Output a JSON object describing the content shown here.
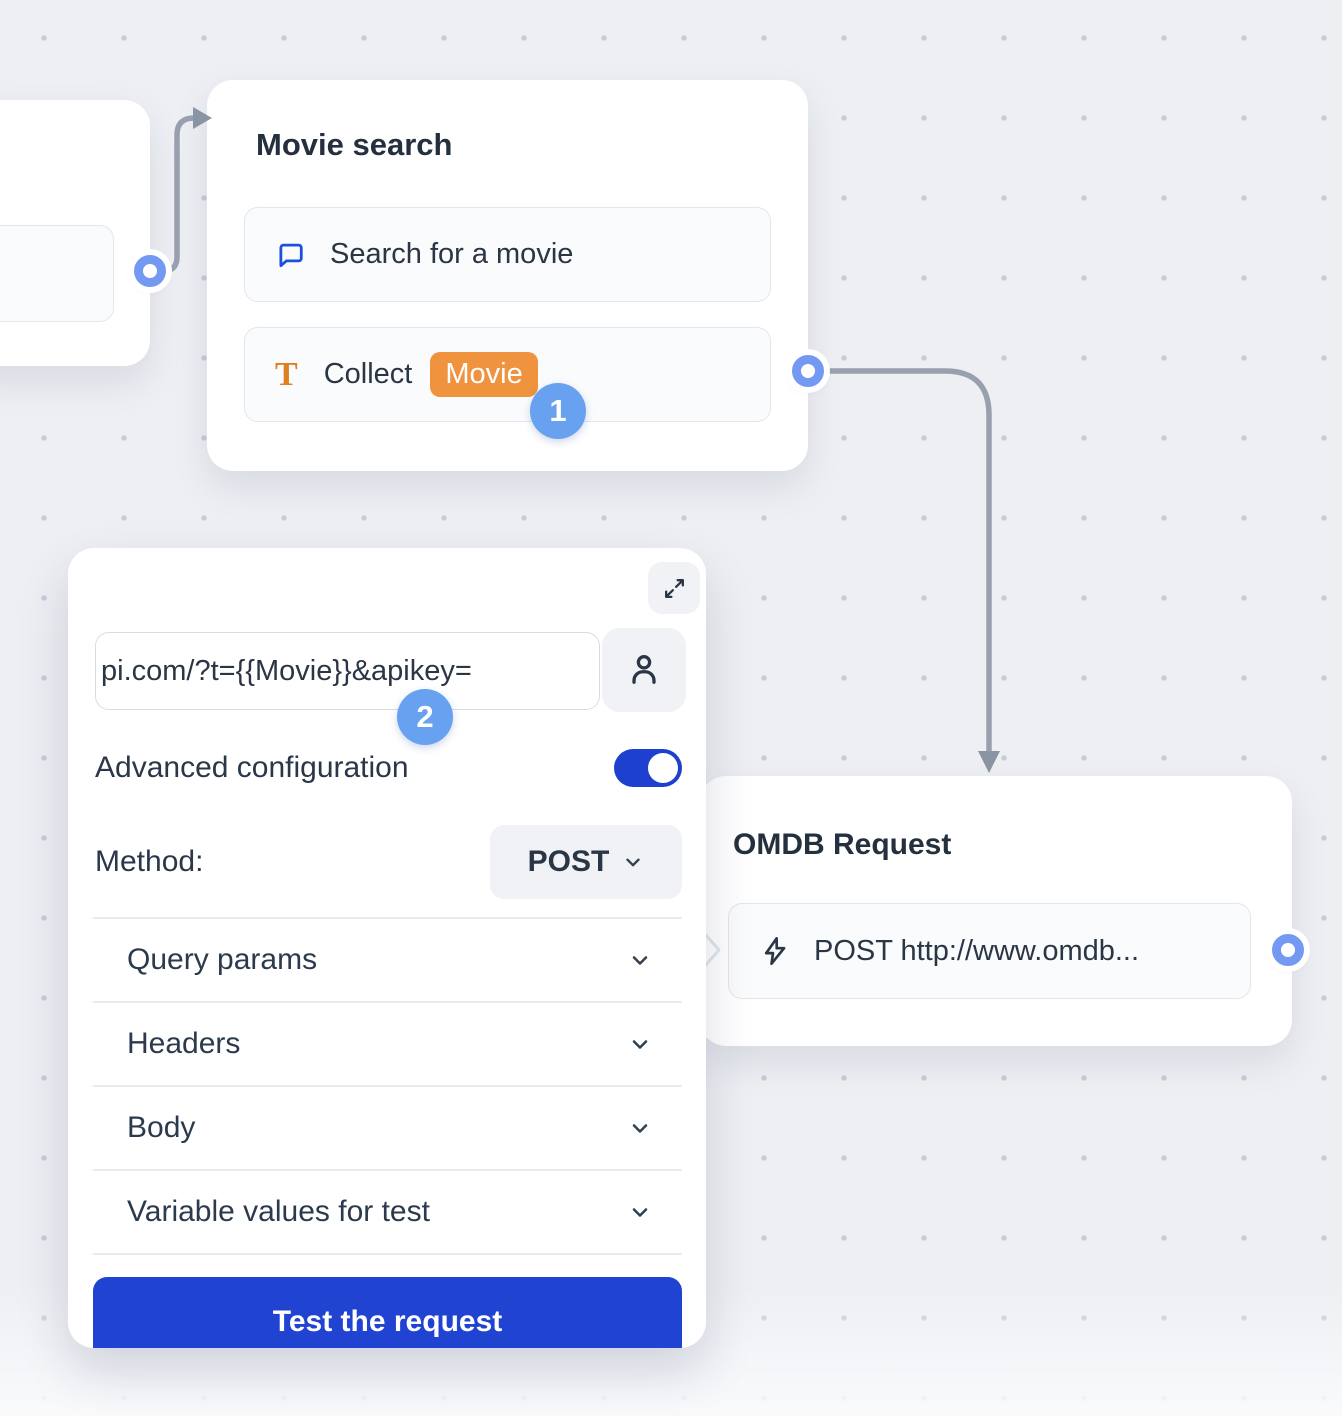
{
  "movie_node": {
    "title": "Movie search",
    "items": [
      {
        "icon": "chat-bubble-icon",
        "label": "Search for a movie"
      },
      {
        "icon": "text-input-icon",
        "label": "Collect",
        "variable_chip": "Movie"
      }
    ]
  },
  "omdb_node": {
    "title": "OMDB Request",
    "item": {
      "icon": "lightning-icon",
      "label": "POST http://www.omdb..."
    }
  },
  "config_panel": {
    "url_input": {
      "value": "pi.com/?t={{Movie}}&apikey="
    },
    "advanced_configuration": {
      "label": "Advanced configuration",
      "enabled": true
    },
    "method": {
      "label": "Method:",
      "value": "POST"
    },
    "sections": [
      {
        "label": "Query params"
      },
      {
        "label": "Headers"
      },
      {
        "label": "Body"
      },
      {
        "label": "Variable values for test"
      }
    ],
    "test_button_label": "Test the request"
  },
  "step_badges": [
    {
      "label": "1"
    },
    {
      "label": "2"
    }
  ],
  "colors": {
    "accent_blue": "#2143d2",
    "badge_blue": "#68a1ef",
    "port_blue": "#7499f3",
    "chip_orange": "#ef933e",
    "icon_orange": "#df7f1f",
    "icon_blue": "#1d4fe0",
    "text_dark": "#25303f",
    "connector_gray": "#98a0ae"
  }
}
